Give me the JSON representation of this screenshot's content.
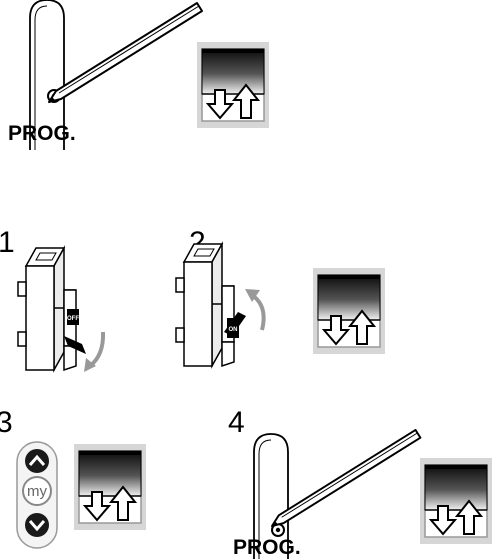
{
  "labels": {
    "prog_top": "PROG.",
    "prog_bottom": "PROG."
  },
  "steps": [
    "1",
    "2",
    "3",
    "4"
  ],
  "breaker": {
    "off_label": "OFF",
    "on_label": "ON"
  },
  "remote": {
    "my_label": "my",
    "up_icon": "chevron-up-icon",
    "down_icon": "chevron-down-icon"
  },
  "icons": {
    "blind": "blind-up-down-icon",
    "pen": "stylus-icon",
    "arrow": "curved-arrow-icon"
  },
  "colors": {
    "line": "#000000",
    "frame_gray": "#bbbbbb",
    "arrow_gray": "#999999"
  }
}
